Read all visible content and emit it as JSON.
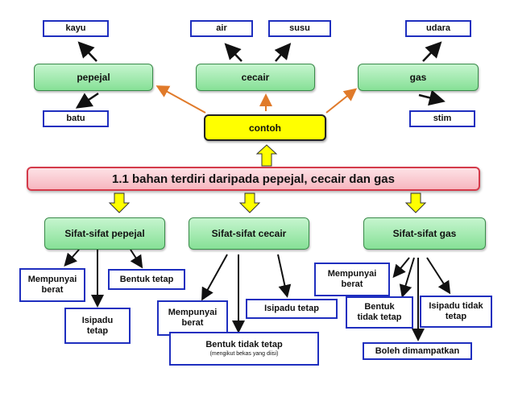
{
  "main": {
    "title": "1.1 bahan terdiri daripada pepejal, cecair dan gas"
  },
  "contoh": "contoh",
  "states": {
    "pepejal": "pepejal",
    "cecair": "cecair",
    "gas": "gas"
  },
  "examples": {
    "kayu": "kayu",
    "batu": "batu",
    "air": "air",
    "susu": "susu",
    "udara": "udara",
    "stim": "stim"
  },
  "properties": {
    "pepejal_title": "Sifat-sifat pepejal",
    "cecair_title": "Sifat-sifat cecair",
    "gas_title": "Sifat-sifat gas",
    "pepejal": {
      "berat": "Mempunyai berat",
      "bentuk": "Bentuk tetap",
      "isipadu": "Isipadu tetap"
    },
    "cecair": {
      "berat": "Mempunyai berat",
      "isipadu": "Isipadu tetap",
      "bentuk": "Bentuk tidak tetap",
      "bentuk_note": "(mengikut bekas yang diisi)"
    },
    "gas": {
      "berat": "Mempunyai berat",
      "bentuk": "Bentuk tidak tetap",
      "isipadu": "Isipadu tidak tetap",
      "mampat": "Boleh dimampatkan"
    }
  },
  "colors": {
    "box_border": "#1f2fbf",
    "state_fill": "#9be8a8",
    "contoh_fill": "#ffff00",
    "main_fill": "#f9c6cd",
    "orange_arrow": "#e07a2a"
  }
}
